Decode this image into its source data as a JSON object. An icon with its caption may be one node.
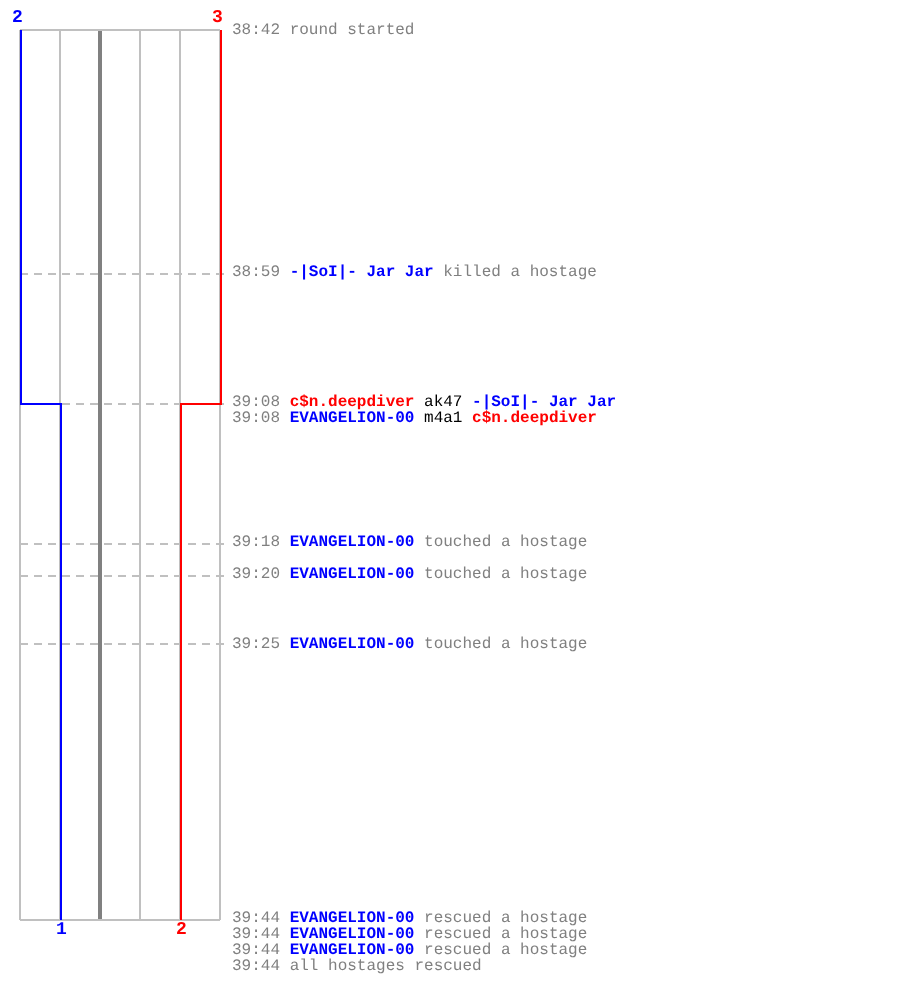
{
  "diagram": {
    "labels": [
      "2",
      "3",
      "38:42",
      "round started",
      "38:59",
      "-|SoI|- Jar Jar",
      "killed a hostage",
      "39:08",
      "c$n.deepdiver",
      "ak47",
      "-|SoI|- Jar Jar",
      "39:08",
      "EVANGELION-00",
      "m4a1",
      "c$n.deepdiver",
      "39:18",
      "EVANGELION-00",
      "touched a hostage",
      "39:20",
      "EVANGELION-00",
      "touched a hostage",
      "39:25",
      "EVANGELION-00",
      "touched a hostage",
      "39:44",
      "EVANGELION-00",
      "rescued a hostage",
      "39:44",
      "EVANGELION-00",
      "rescued a hostage",
      "39:44",
      "EVANGELION-00",
      "rescued a hostage",
      "39:44",
      "all hostages rescued",
      "1",
      "2"
    ]
  }
}
